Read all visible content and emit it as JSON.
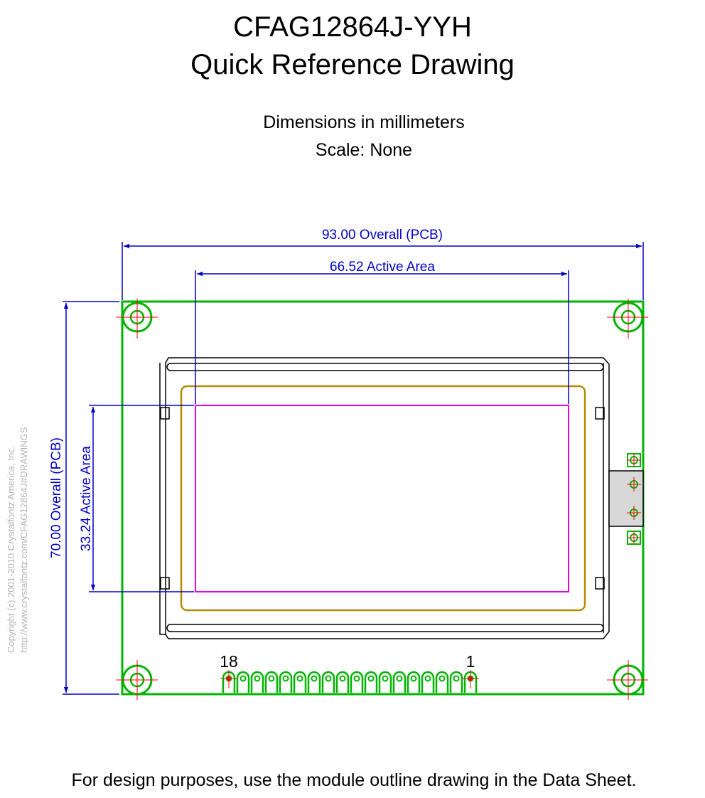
{
  "header": {
    "part_number": "CFAG12864J-YYH",
    "drawing_title": "Quick Reference Drawing",
    "units_note": "Dimensions in millimeters",
    "scale_note": "Scale: None"
  },
  "dimensions": {
    "overall_width": "93.00 Overall (PCB)",
    "active_width": "66.52 Active Area",
    "overall_height": "70.00 Overall (PCB)",
    "active_height": "33.24 Active Area"
  },
  "pins": {
    "first_label": "18",
    "last_label": "1",
    "count": 18
  },
  "copyright": {
    "line1": "Copyright (c) 2001-2010 Crystalfontz America, Inc.",
    "line2": "http://www.crystalfontz.com/CFAG12864J#DRAWINGS"
  },
  "footer_note": "For design purposes, use the module outline drawing in the Data Sheet.",
  "colors": {
    "pcb_outline": "#00b400",
    "dimension_lines": "#0000c8",
    "viewing_area": "#b48c00",
    "active_area": "#e600e6",
    "centerlines": "#ff0000"
  }
}
